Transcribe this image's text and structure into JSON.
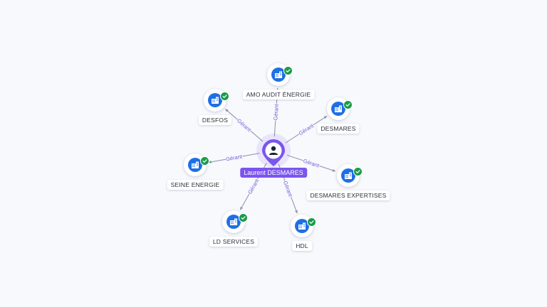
{
  "graph": {
    "center": {
      "name": "Laurent DESMARES",
      "icon": "person-icon",
      "color": "#7b55ee"
    },
    "relation_label": "Gérant",
    "company_icon": "building-icon",
    "badge_icon": "verified-check-icon",
    "colors": {
      "company_fill": "#1f6fe6",
      "badge": "#1a9b4a",
      "edge": "#8a8fa8",
      "relation_text": "#6d5dd6"
    },
    "companies": [
      {
        "name": "AMO AUDIT ÉNERGIE",
        "relation": "Gérant",
        "verified": true
      },
      {
        "name": "DESMARES",
        "relation": "Gérant",
        "verified": true
      },
      {
        "name": "DESMARES EXPERTISES",
        "relation": "Gérant",
        "verified": true
      },
      {
        "name": "HDL",
        "relation": "Gérant",
        "verified": true
      },
      {
        "name": "LD SERVICES",
        "relation": "Gérant",
        "verified": true
      },
      {
        "name": "SEINE ENERGIE",
        "relation": "Gérant",
        "verified": true
      },
      {
        "name": "DESFOS",
        "relation": "Gérant",
        "verified": true
      }
    ]
  }
}
